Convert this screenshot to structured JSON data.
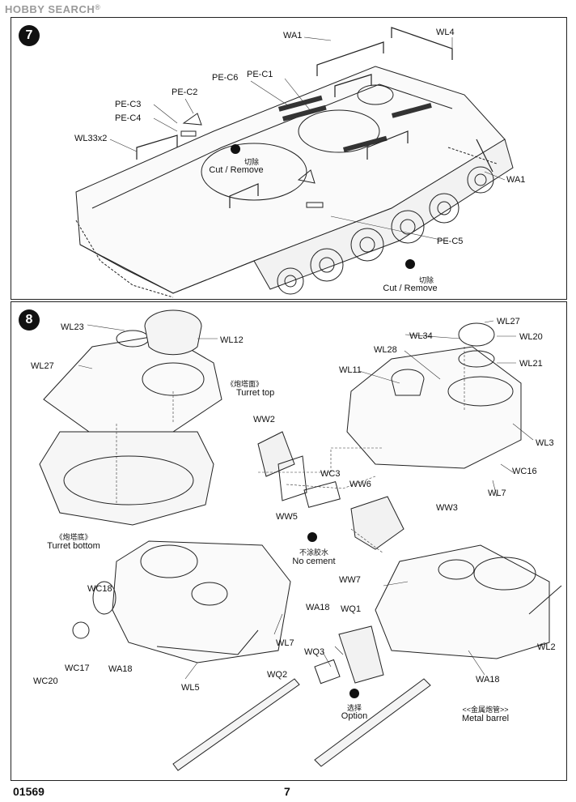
{
  "watermark": "HOBBY SEARCH",
  "watermark_mark": "®",
  "step7": {
    "number": "7",
    "labels": {
      "wa1_top": "WA1",
      "wl4": "WL4",
      "pe_c6": "PE-C6",
      "pe_c1": "PE-C1",
      "pe_c2": "PE-C2",
      "pe_c3": "PE-C3",
      "pe_c4": "PE-C4",
      "wl33x2": "WL33x2",
      "wa1_right": "WA1",
      "pe_c5": "PE-C5"
    },
    "cut1_cn": "切除",
    "cut1_en": "Cut / Remove",
    "cut2_cn": "切除",
    "cut2_en": "Cut / Remove"
  },
  "step8": {
    "number": "8",
    "labels": {
      "wl23": "WL23",
      "wl12": "WL12",
      "wl27_left": "WL27",
      "wl27_right": "WL27",
      "wl34": "WL34",
      "wl20": "WL20",
      "wl28": "WL28",
      "wl21": "WL21",
      "wl11": "WL11",
      "ww2": "WW2",
      "wl3": "WL3",
      "wc16": "WC16",
      "wc3": "WC3",
      "ww6": "WW6",
      "wl7_right": "WL7",
      "ww5": "WW5",
      "ww3": "WW3",
      "ww7": "WW7",
      "wc18": "WC18",
      "wa18_mid": "WA18",
      "wq1": "WQ1",
      "wl7_left": "WL7",
      "wq3": "WQ3",
      "wl2": "WL2",
      "wa18_right": "WA18",
      "wc17": "WC17",
      "wa18_left": "WA18",
      "wc20": "WC20",
      "wl5": "WL5",
      "wq2": "WQ2"
    },
    "turret_top_cn": "《炮塔面》",
    "turret_top_en": "Turret top",
    "turret_bottom_cn": "《炮塔底》",
    "turret_bottom_en": "Turret bottom",
    "no_cement_cn": "不涂胶水",
    "no_cement_en": "No cement",
    "option_cn": "选择",
    "option_en": "Option",
    "metal_barrel_cn": "<<金属炮管>>",
    "metal_barrel_en": "Metal barrel"
  },
  "footer": {
    "code": "01569",
    "page": "7"
  }
}
